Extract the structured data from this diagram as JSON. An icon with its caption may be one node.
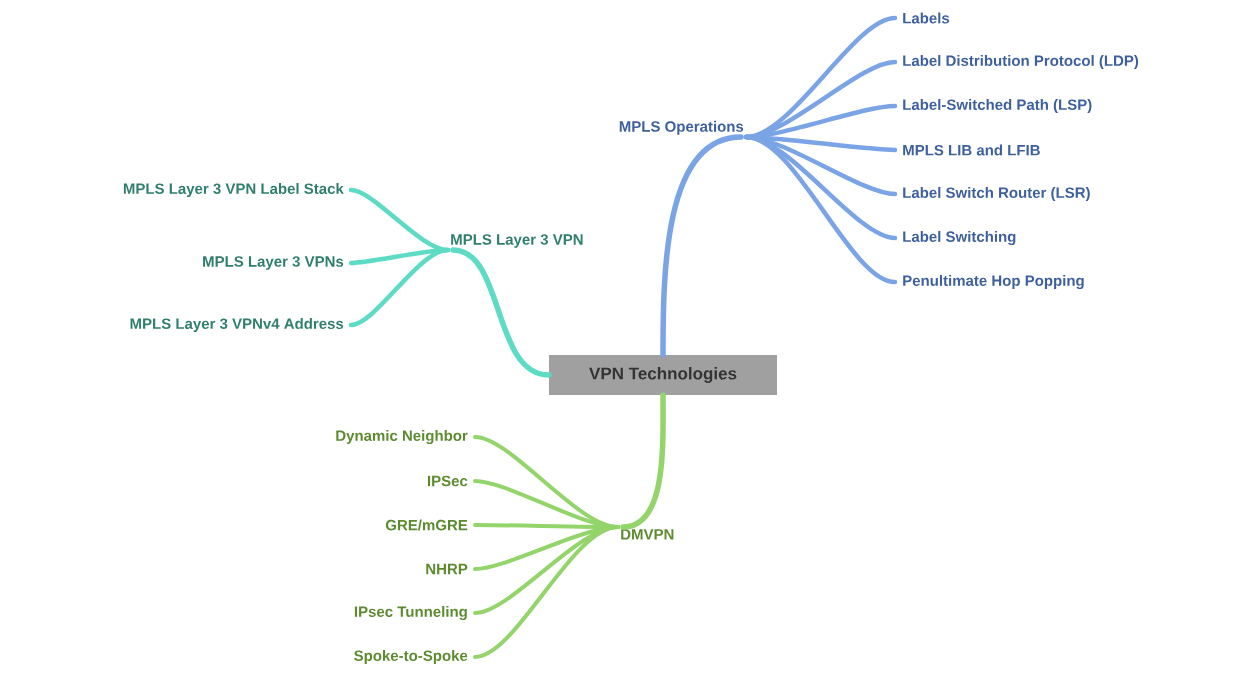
{
  "diagram": {
    "nodes": [
      {
        "text": [
          "VPN Technologies"
        ]
      },
      {
        "text": [
          "MPLS Operations"
        ]
      },
      {
        "text": [
          "Labels"
        ]
      },
      {
        "text": [
          "Label Distribution Protocol (LDP)"
        ]
      },
      {
        "text": [
          "Label-Switched Path (LSP)"
        ]
      },
      {
        "text": [
          "MPLS LIB and LFIB"
        ]
      },
      {
        "text": [
          "Label Switch Router (LSR)"
        ]
      },
      {
        "text": [
          "Label Switching"
        ]
      },
      {
        "text": [
          "Penultimate Hop Popping"
        ]
      },
      {
        "text": [
          "MPLS Layer 3 VPN"
        ]
      },
      {
        "text": [
          "MPLS Layer 3 VPN Label Stack"
        ]
      },
      {
        "text": [
          "MPLS Layer 3 VPNs"
        ]
      },
      {
        "text": [
          "MPLS Layer 3 VPNv4 Address"
        ]
      },
      {
        "text": [
          "DMVPN"
        ]
      },
      {
        "text": [
          "Dynamic Neighbor"
        ]
      },
      {
        "text": [
          "IPSec"
        ]
      },
      {
        "text": [
          "GRE/mGRE"
        ]
      },
      {
        "text": [
          "NHRP"
        ]
      },
      {
        "text": [
          "IPsec Tunneling"
        ]
      },
      {
        "text": [
          "Spoke-to-Spoke"
        ]
      }
    ],
    "edges": [
      {
        "from": 0,
        "to": 1,
        "arrow": "none",
        "color": "#7ba4e6"
      },
      {
        "from": 1,
        "to": 2,
        "arrow": "none",
        "color": "#7ba4e6"
      },
      {
        "from": 1,
        "to": 3,
        "arrow": "none",
        "color": "#7ba4e6"
      },
      {
        "from": 1,
        "to": 4,
        "arrow": "none",
        "color": "#7ba4e6"
      },
      {
        "from": 1,
        "to": 5,
        "arrow": "none",
        "color": "#7ba4e6"
      },
      {
        "from": 1,
        "to": 6,
        "arrow": "none",
        "color": "#7ba4e6"
      },
      {
        "from": 1,
        "to": 7,
        "arrow": "none",
        "color": "#7ba4e6"
      },
      {
        "from": 1,
        "to": 8,
        "arrow": "none",
        "color": "#7ba4e6"
      },
      {
        "from": 0,
        "to": 9,
        "arrow": "none",
        "color": "#5ddbc4"
      },
      {
        "from": 9,
        "to": 10,
        "arrow": "none",
        "color": "#5ddbc4"
      },
      {
        "from": 9,
        "to": 11,
        "arrow": "none",
        "color": "#5ddbc4"
      },
      {
        "from": 9,
        "to": 12,
        "arrow": "none",
        "color": "#5ddbc4"
      },
      {
        "from": 0,
        "to": 13,
        "arrow": "none",
        "color": "#93d46b"
      },
      {
        "from": 13,
        "to": 14,
        "arrow": "none",
        "color": "#93d46b"
      },
      {
        "from": 13,
        "to": 15,
        "arrow": "none",
        "color": "#93d46b"
      },
      {
        "from": 13,
        "to": 16,
        "arrow": "none",
        "color": "#93d46b"
      },
      {
        "from": 13,
        "to": 17,
        "arrow": "none",
        "color": "#93d46b"
      },
      {
        "from": 13,
        "to": 18,
        "arrow": "none",
        "color": "#93d46b"
      },
      {
        "from": 13,
        "to": 19,
        "arrow": "none",
        "color": "#93d46b"
      }
    ]
  }
}
